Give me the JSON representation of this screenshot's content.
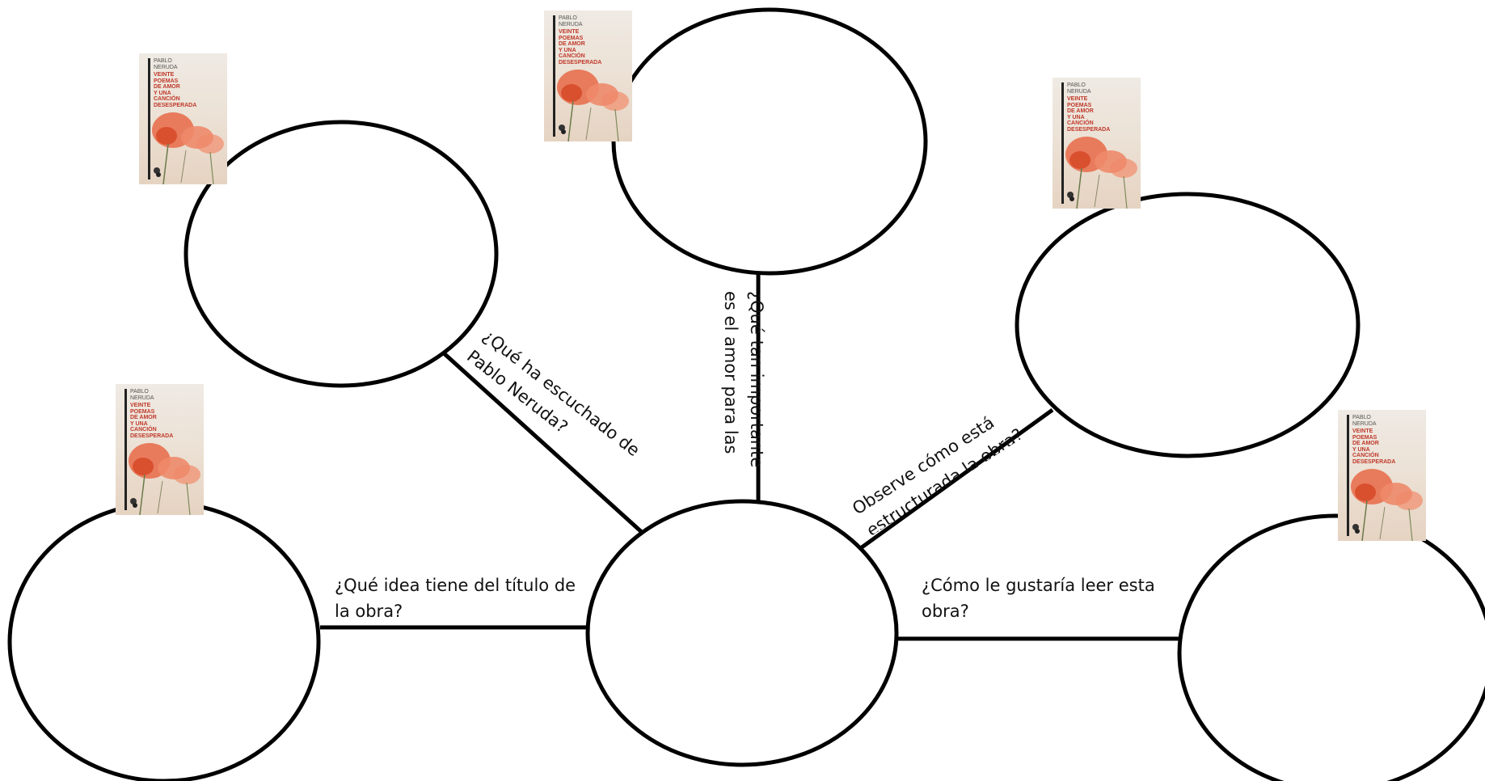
{
  "questions": {
    "neruda": "¿Qué ha escuchado de Pablo Neruda?",
    "love_1": "¿Qué tan importante",
    "love_2": "es el amor para las",
    "structure_1": "Observe cómo está",
    "structure_2": "estructurada la obra?",
    "title_1": "¿Qué idea tiene del título de",
    "title_2": "la obra?",
    "read_1": "¿Cómo le gustaría leer esta",
    "read_2": "obra?"
  },
  "book_cover": {
    "author_line_1": "PABLO",
    "author_line_2": "NERUDA",
    "title_lines": [
      "VEINTE",
      "POEMAS",
      "DE AMOR",
      "Y UNA",
      "CANCIÓN",
      "DESESPERADA"
    ]
  },
  "colors": {
    "stroke": "#000000",
    "title_red": "#c0392b",
    "poppy": "#e8704f"
  }
}
